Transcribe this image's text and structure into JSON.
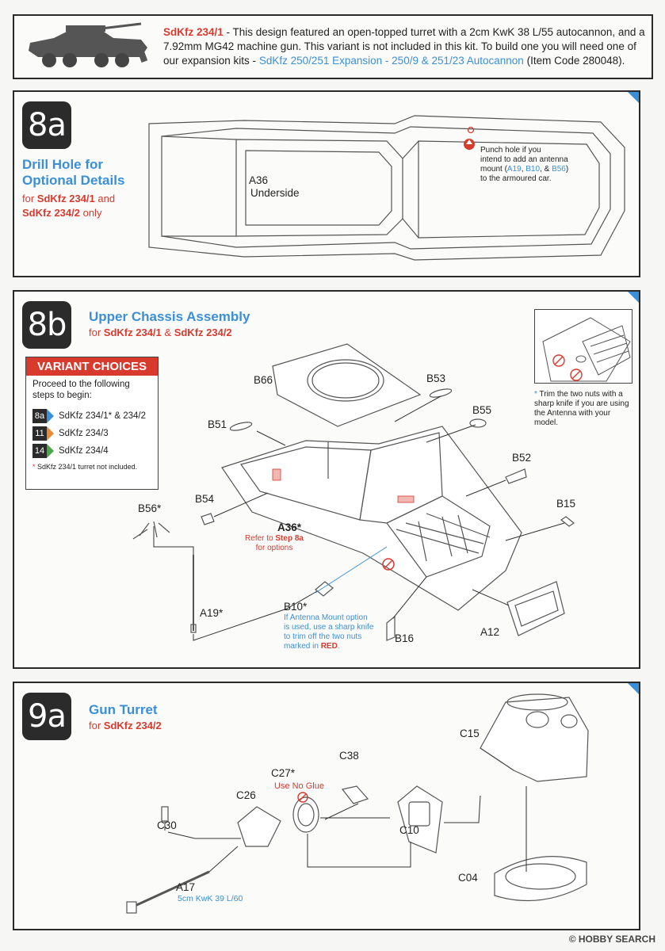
{
  "header": {
    "variant_name": "SdKfz 234/1",
    "text_1": " - This design featured an open-topped turret with a 2cm KwK 38 L/55 autocannon, and a 7.92mm MG42 machine gun.  This variant is not included in this kit.  To build one you will need one of our expansion kits - ",
    "link_text": "SdKfz 250/251 Expansion - 250/9 & 251/23 Autocannon",
    "text_2": " (Item Code 280048)."
  },
  "step8a": {
    "badge": "8a",
    "title": "Drill Hole for Optional Details",
    "for_prefix": "for ",
    "variant_1": "SdKfz 234/1",
    "and": " and",
    "variant_2": "SdKfz 234/2",
    "only": " only",
    "part_id": "A36",
    "part_note": "Underside",
    "punch_line1": "Punch hole if you",
    "punch_line2": "intend to add an antenna",
    "punch_line3_a": "mount (",
    "punch_a19": "A19",
    "punch_comma1": ", ",
    "punch_b10": "B10",
    "punch_comma2": ", & ",
    "punch_b56": "B56",
    "punch_line3_b": ")",
    "punch_line4": "to the armoured car."
  },
  "step8b": {
    "badge": "8b",
    "title": "Upper Chassis Assembly",
    "for_prefix": "for ",
    "variant_1": "SdKfz 234/1",
    "amp": " & ",
    "variant_2": "SdKfz 234/2",
    "variant_box": {
      "title": "VARIANT CHOICES",
      "intro": "Proceed to the following steps to begin:",
      "choices": [
        {
          "step": "8a",
          "label": "SdKfz 234/1* & 234/2",
          "color": "#3b8fd8"
        },
        {
          "step": "11",
          "label": "SdKfz 234/3",
          "color": "#e88a3a"
        },
        {
          "step": "14",
          "label": "SdKfz 234/4",
          "color": "#4aa84a"
        }
      ],
      "footnote": "SdKfz 234/1 turret not included."
    },
    "parts": [
      "B66",
      "B53",
      "B55",
      "B51",
      "B52",
      "B54",
      "B56*",
      "B15",
      "A36*",
      "A19*",
      "B10*",
      "B16",
      "A12"
    ],
    "a36_note_1": "Refer to ",
    "a36_note_step": "Step 8a",
    "a36_note_2": "for options",
    "b10_note_1": "If Antenna Mount option",
    "b10_note_2": "is used, use a sharp knife",
    "b10_note_3": "to trim off the two nuts",
    "b10_note_4": "marked in ",
    "b10_note_red": "RED",
    "b10_note_end": ".",
    "inset_note": "Trim the two nuts with a sharp knife if you are using the Antenna with your model."
  },
  "step9a": {
    "badge": "9a",
    "title": "Gun Turret",
    "for_prefix": "for ",
    "variant": "SdKfz 234/2",
    "parts": [
      "C15",
      "C38",
      "C27*",
      "C26",
      "C30",
      "C10",
      "C04",
      "A17"
    ],
    "no_glue": "Use No Glue",
    "a17_note": "5cm KwK 39 L/60"
  },
  "watermark": "HOBBY SEARCH",
  "colors": {
    "accent_blue": "#3b8fd8",
    "accent_red": "#d83a2e",
    "dark": "#2b2b2b"
  }
}
